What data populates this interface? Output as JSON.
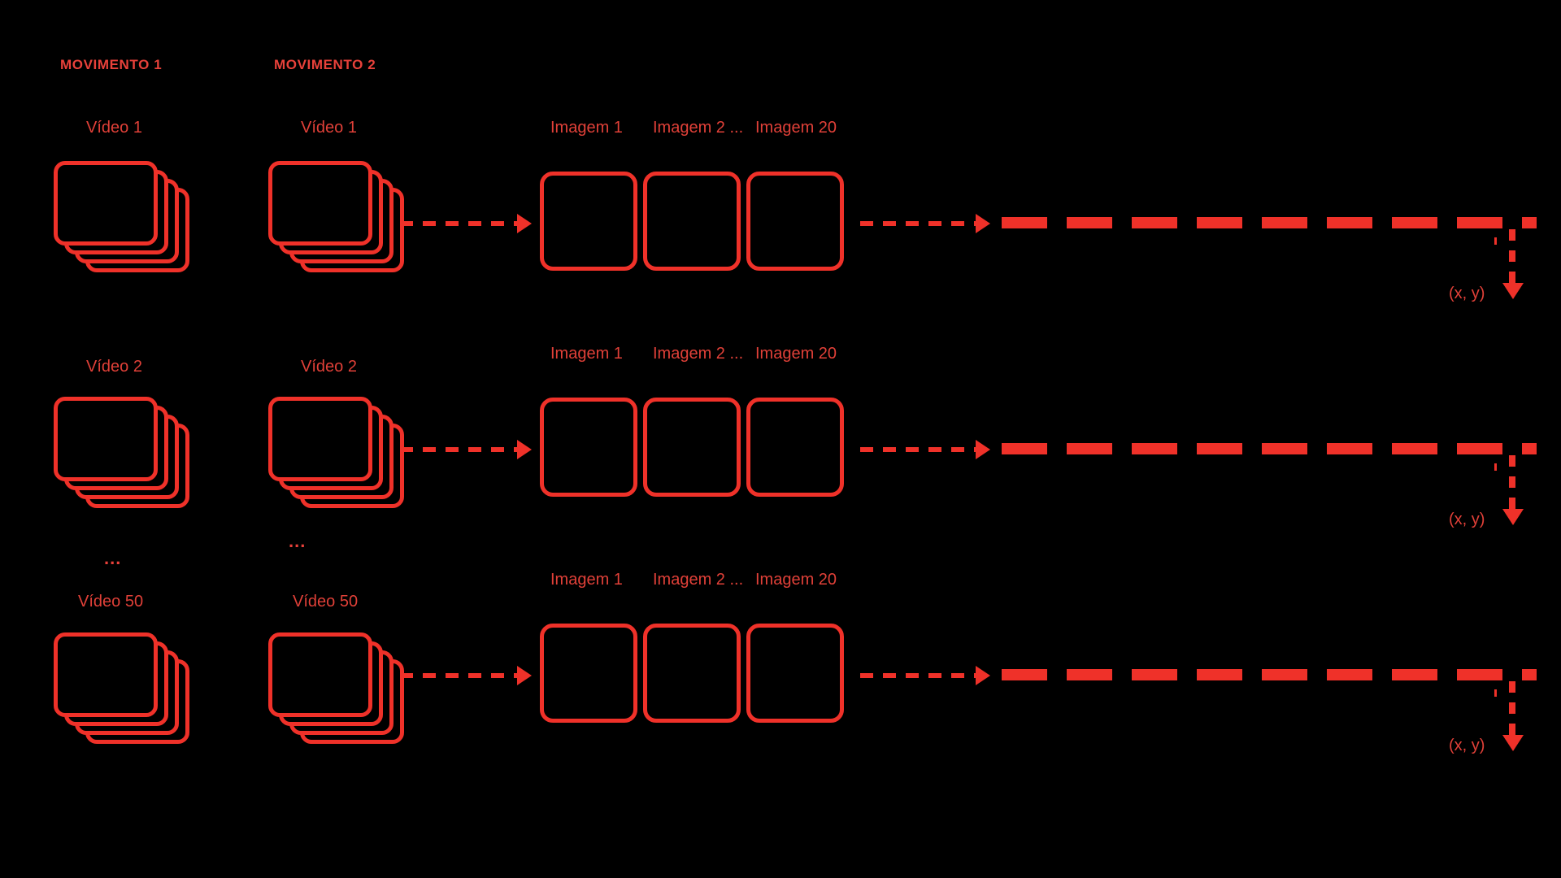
{
  "diagram": {
    "accent_color": "#ef3129",
    "background_color": "#000000",
    "columns": [
      {
        "id": "movimento-1",
        "label": "MOVIMENTO 1"
      },
      {
        "id": "movimento-2",
        "label": "MOVIMENTO 2"
      }
    ],
    "rows": [
      {
        "id": "row-1",
        "video_left_label": "Vídeo 1",
        "video_right_label": "Vídeo 1",
        "image_labels": [
          "Imagem 1",
          "Imagem 2 ...",
          "Imagem 20"
        ],
        "coord_label": "(x, y)"
      },
      {
        "id": "row-2",
        "video_left_label": "Vídeo 2",
        "video_right_label": "Vídeo 2",
        "image_labels": [
          "Imagem 1",
          "Imagem 2 ...",
          "Imagem 20"
        ],
        "coord_label": "(x, y)"
      },
      {
        "id": "row-3",
        "video_left_label": "Vídeo 50",
        "video_right_label": "Vídeo 50",
        "image_labels": [
          "Imagem 1",
          "Imagem 2 ...",
          "Imagem 20"
        ],
        "coord_label": "(x, y)"
      }
    ],
    "ellipsis_left": "...",
    "ellipsis_right": "..."
  }
}
